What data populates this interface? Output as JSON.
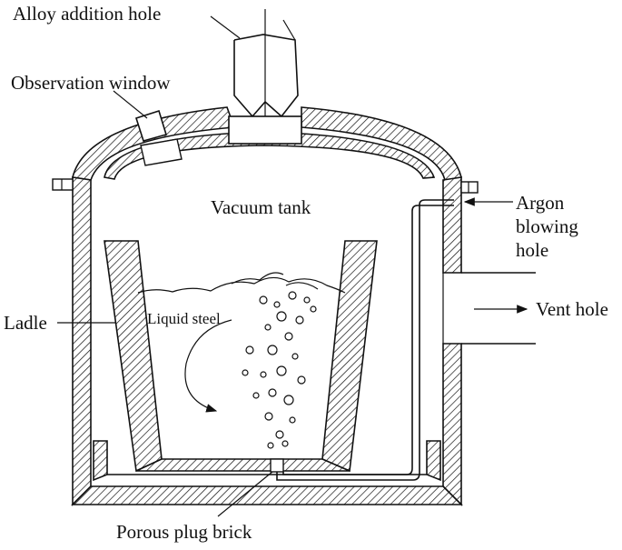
{
  "labels": {
    "alloy_addition_hole": "Alloy addition hole",
    "observation_window": "Observation window",
    "vacuum_tank": "Vacuum tank",
    "argon_line1": "Argon",
    "argon_line2": "blowing",
    "argon_line3": "hole",
    "vent_hole": "Vent hole",
    "ladle": "Ladle",
    "liquid_steel": "Liquid steel",
    "porous_plug_brick": "Porous plug brick"
  }
}
